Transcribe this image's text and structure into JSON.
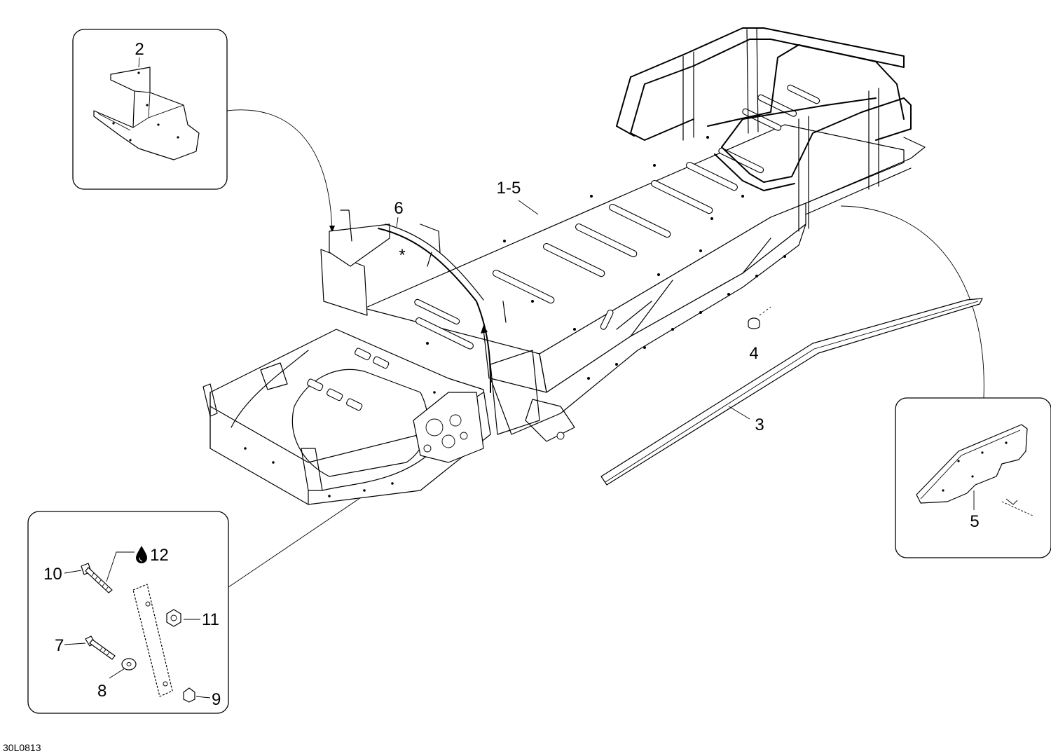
{
  "diagram": {
    "drawing_code": "30L0813",
    "callouts": {
      "c1_5": "1-5",
      "c2": "2",
      "c3": "3",
      "c4": "4",
      "c5": "5",
      "c6": "6",
      "c7": "7",
      "c8": "8",
      "c9": "9",
      "c10": "10",
      "c11": "11",
      "c12": "12",
      "asterisk": "*"
    },
    "icons": [
      "oil-drop-icon"
    ]
  }
}
